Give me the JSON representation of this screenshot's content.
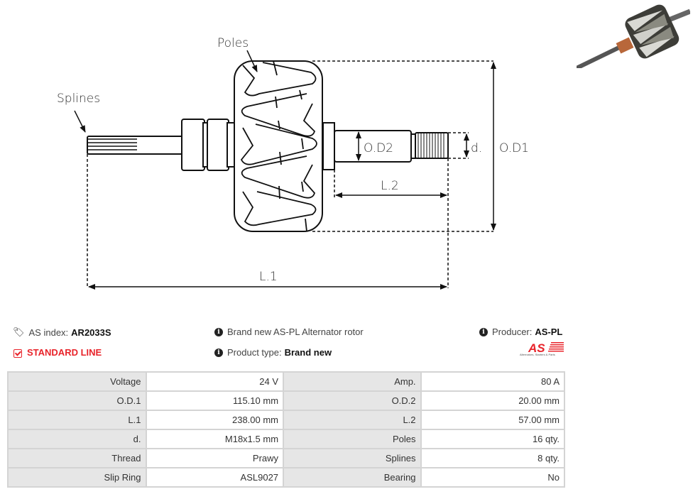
{
  "diagram": {
    "labels": {
      "poles": "Poles",
      "splines": "Splines",
      "od1": "O.D1",
      "od2": "O.D2",
      "d": "d.",
      "l1": "L.1",
      "l2": "L.2"
    }
  },
  "product_photo": {
    "alt": "Alternator rotor photo"
  },
  "info": {
    "as_index_label": "AS index:",
    "as_index_value": "AR2033S",
    "standard_line": "STANDARD LINE",
    "description": "Brand new AS-PL Alternator rotor",
    "product_type_label": "Product type:",
    "product_type_value": "Brand new",
    "producer_label": "Producer:",
    "producer_value": "AS-PL",
    "logo_text": "AS",
    "logo_tagline": "Alternators, Starters & Parts",
    "colors": {
      "standard_line": "#e8232a",
      "logo": "#e8232a"
    }
  },
  "specs": [
    {
      "label1": "Voltage",
      "value1": "24 V",
      "label2": "Amp.",
      "value2": "80 A"
    },
    {
      "label1": "O.D.1",
      "value1": "115.10 mm",
      "label2": "O.D.2",
      "value2": "20.00 mm"
    },
    {
      "label1": "L.1",
      "value1": "238.00 mm",
      "label2": "L.2",
      "value2": "57.00 mm"
    },
    {
      "label1": "d.",
      "value1": "M18x1.5 mm",
      "label2": "Poles",
      "value2": "16 qty."
    },
    {
      "label1": "Thread",
      "value1": "Prawy",
      "label2": "Splines",
      "value2": "8 qty."
    },
    {
      "label1": "Slip Ring",
      "value1": "ASL9027",
      "label2": "Bearing",
      "value2": "No"
    }
  ]
}
